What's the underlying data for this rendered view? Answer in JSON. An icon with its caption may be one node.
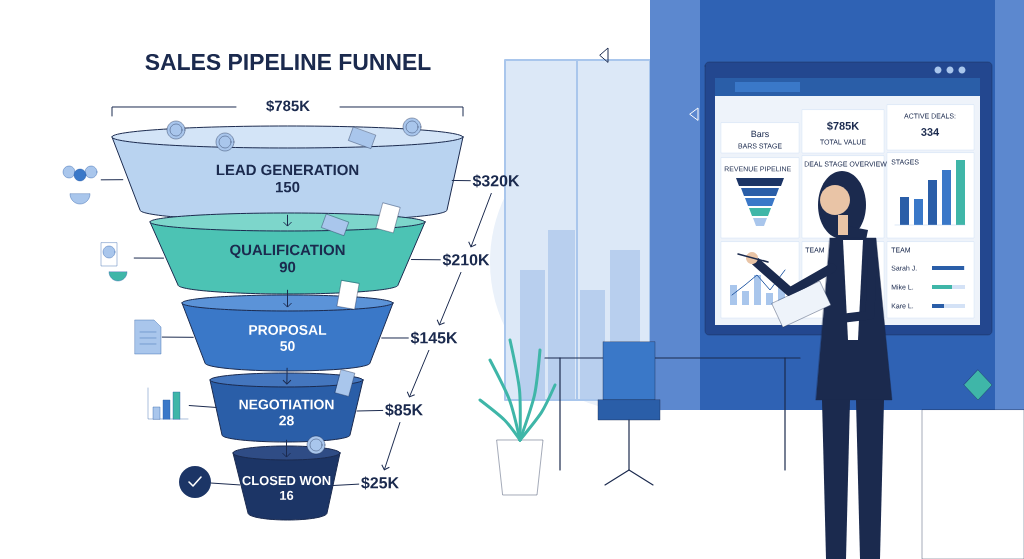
{
  "diagram": {
    "title": "SALES PIPELINE FUNNEL",
    "nodes": [
      {
        "text": [],
        "shape": "picture"
      },
      {
        "text": [
          "LEAD GENERATION",
          "150"
        ]
      },
      {
        "text": [
          "$320K"
        ]
      },
      {
        "text": [],
        "shape": "picture"
      },
      {
        "text": [
          "QUALIFICATION",
          "90"
        ]
      },
      {
        "text": [
          "$210K"
        ]
      },
      {
        "text": [],
        "shape": "picture"
      },
      {
        "text": [
          "PROPOSAL",
          "50"
        ]
      },
      {
        "text": [
          "$145K"
        ]
      },
      {
        "text": [],
        "shape": "picture"
      },
      {
        "text": [
          "NEGOTIATION",
          "28"
        ]
      },
      {
        "text": [
          "$85K"
        ]
      },
      {
        "text": [],
        "shape": "picture"
      },
      {
        "text": [
          "CLOSED WON",
          "16"
        ]
      },
      {
        "text": [
          "$25K"
        ]
      }
    ],
    "edges": [
      {
        "from": 0,
        "to": 1,
        "arrow": "none"
      },
      {
        "from": 1,
        "to": 2,
        "arrow": "none"
      },
      {
        "from": 3,
        "to": 4,
        "arrow": "none"
      },
      {
        "from": 4,
        "to": 5,
        "arrow": "none"
      },
      {
        "from": 6,
        "to": 7,
        "arrow": "none"
      },
      {
        "from": 7,
        "to": 8,
        "arrow": "none"
      },
      {
        "from": 9,
        "to": 10,
        "arrow": "none"
      },
      {
        "from": 10,
        "to": 11,
        "arrow": "none"
      },
      {
        "from": 12,
        "to": 13,
        "arrow": "none"
      },
      {
        "from": 13,
        "to": 14,
        "arrow": "none"
      },
      {
        "from": 1,
        "to": 4,
        "arrow": "to"
      },
      {
        "from": 4,
        "to": 7,
        "arrow": "to"
      },
      {
        "from": 7,
        "to": 10,
        "arrow": "to"
      },
      {
        "from": 10,
        "to": 13,
        "arrow": "to"
      },
      {
        "from": 2,
        "to": 5,
        "arrow": "to"
      },
      {
        "from": 5,
        "to": 8,
        "arrow": "to"
      },
      {
        "from": 8,
        "to": 11,
        "arrow": "to"
      },
      {
        "from": 11,
        "to": 14,
        "arrow": "to"
      }
    ],
    "labels": [
      "$785K",
      "Bars",
      "BARS STAGE",
      "$785K",
      "TOTAL VALUE",
      "ACTIVE DEALS:",
      "334",
      "REVENUE PIPELINE",
      "DEAL STAGE OVERVIEW",
      "STAGES",
      "TEAM",
      "TEAM",
      "Sarah J.",
      "Mike L.",
      "Kare L."
    ]
  }
}
